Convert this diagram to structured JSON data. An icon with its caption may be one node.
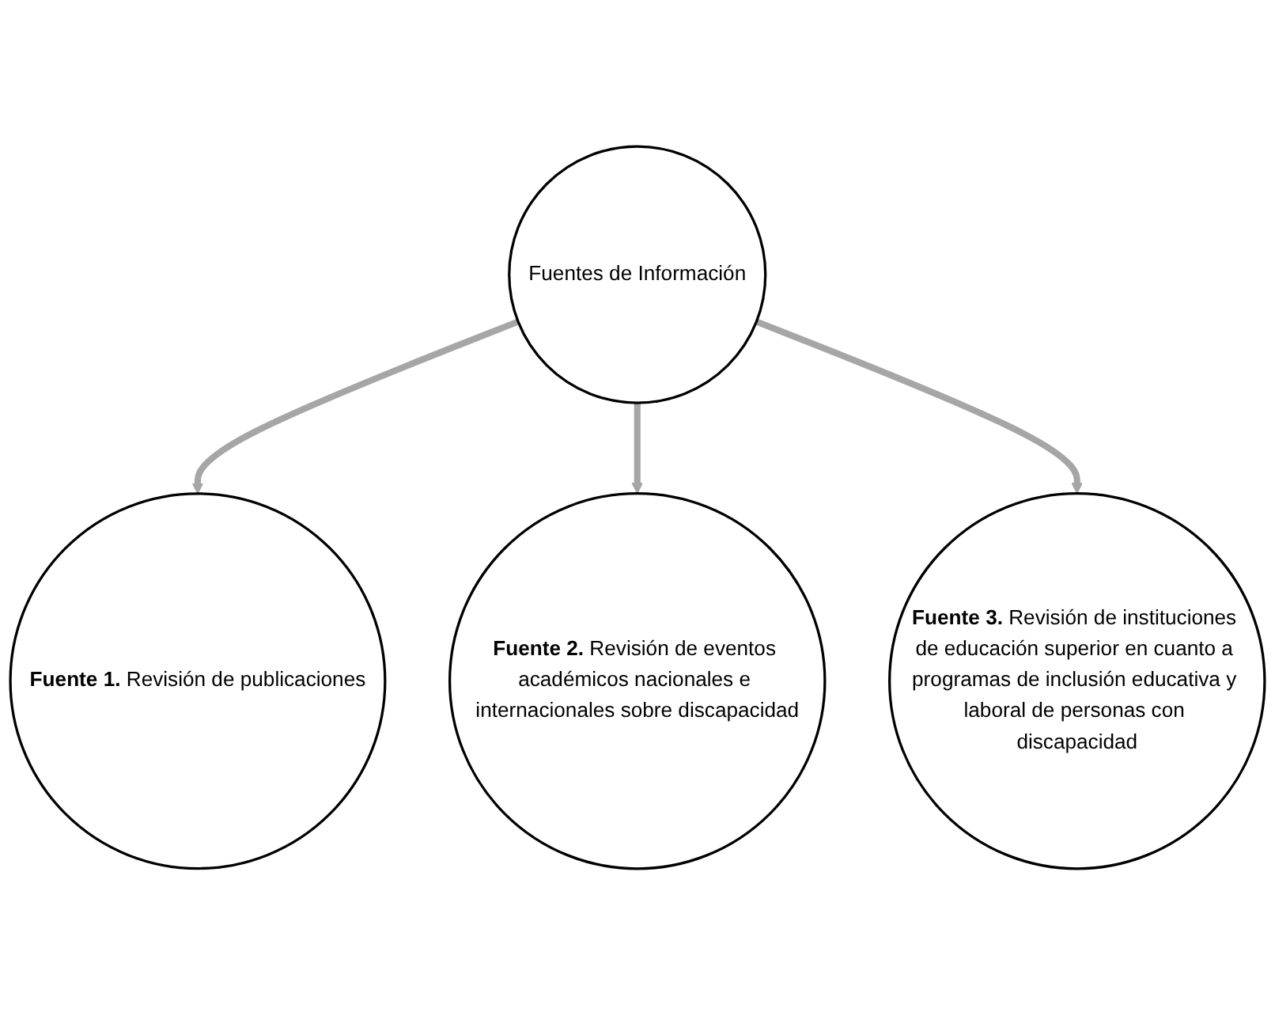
{
  "diagram": {
    "nodes": [
      {
        "text": [
          "Fuentes de Información"
        ]
      },
      {
        "text": [
          "Fuente 1.",
          "Revisión de publicaciones"
        ]
      },
      {
        "text": [
          "Fuente 2.",
          "Revisión de eventos académicos nacionales e internacionales sobre discapacidad"
        ]
      },
      {
        "text": [
          "Fuente 3.",
          "Revisión de instituciones de educación superior en cuanto a programas de inclusión educativa y laboral de personas con discapacidad"
        ]
      }
    ],
    "edges": [
      {
        "from": 0,
        "to": 1,
        "arrow": "to"
      },
      {
        "from": 0,
        "to": 2,
        "arrow": "to"
      },
      {
        "from": 0,
        "to": 3,
        "arrow": "to"
      }
    ]
  }
}
